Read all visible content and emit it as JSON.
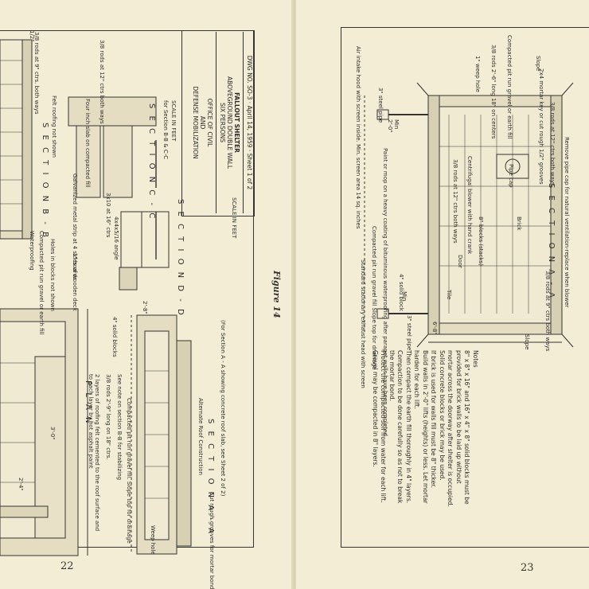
{
  "left_page": {
    "page_number": "22",
    "title_block": {
      "line1": "OFFICE OF CIVIL",
      "line2": "AND",
      "line3": "DEFENSE MOBILIZATION",
      "shelter_line1": "FALLOUT SHELTER",
      "shelter_line2": "ABOVEGROUND DOUBLE WALL",
      "shelter_line3": "SIX PERSONS",
      "dwg_no": "DWG NO. SO-3",
      "date": "April 14, 1959",
      "sheet": "Sheet 1 of 2"
    },
    "labels": {
      "section_cc": "S E C T I O N   C - C",
      "scale_in_feet_cc": "SCALE IN FEET",
      "scale_note_cc": "for Section B-B & C-C",
      "section_bb": "S E C T I O N   B - B",
      "section_dd": "S E C T I O N   D - D",
      "scale_in_feet_dd": "SCALE IN FEET",
      "plan": "P L A N",
      "section_aa": "S E C T I O N   A - A",
      "alt_roof": "Alternate Roof Construction",
      "alt_roof_note": "(For Section A - A showing concrete roof slab, see Sheet 2 of 2)",
      "felt_roofing": "Felt roofing not shown",
      "rods_9": "3/8 rods at 9\" ctrs. both ways",
      "rods_12": "3/8 rods at 12\" ctrs both ways",
      "four_inch_slab": "Four inch slab on compacted fill",
      "galvanized": "Galvanized metal strip at 4 sides of wooden deck",
      "boards": "1\" boards",
      "joists": "3x10 at 16\" ctrs",
      "angle": "4x4x5/16 angle",
      "waterproofing": "Waterproofing",
      "compacted_gravel": "Compacted pit run gravel or earth fill",
      "holes_blocks": "Holes in blocks not shown",
      "solid_blocks": "4\" solid blocks",
      "two_layers": "2 layers of roofing felt cemented to the roof surface and to each layer by hot asphalt paint",
      "rods_24": "3/8 rods 2'-9\" long on 18\" ctrs.",
      "see_note": "See note on section B-B for stabilizing",
      "compacted_fill_drainage": "Compacted pit run gravel fill. Slope top for drainage",
      "cut_rough": "Cut rough grooves for mortar bond",
      "weep_hole": "Weep hole",
      "dim_2_8": "2'-8\"",
      "dim_3_0": "3'-0\"",
      "dim_2_4": "2'-4\"",
      "dim_4": "1/2\""
    }
  },
  "right_page": {
    "page_number": "23",
    "figure_label": "Figure 14",
    "labels": {
      "air_intake": "Air intake hood with screen inside. Min. screen area 14 sq. inches",
      "steel_pipe": "3\" steel pipe",
      "weep_hole": "1\" weep hole",
      "rods_2_6": "3/8 rods 2'-6\" long 18\" on centers",
      "compacted_gravel": "Compacted pit run gravel or earth fill",
      "slope": "Slope",
      "mortar_key": "2x4 mortar key or cut rough 1/2\" grooves",
      "remove_pipe_cap": "Remove pipe cap for natural ventilation-replace when blower",
      "rods_12_both": "3/8 rods at 12\" ctrs both ways",
      "section_aa": "S E C T I O N   A - A",
      "paint_mop": "Paint or mop on a heavy coating of bituminous waterproofing after parapet walls have been completed",
      "rods_12": "3/8 rods at 12\" ctrs both ways",
      "centrifugal": "Centrifugal blower with hand crank",
      "pipe_cap": "Pipe cap",
      "blocks_stacks": "8\" blocks (stacks)",
      "brick": "Brick",
      "standard_exhaust": "Standard stationary exhaust head with screen",
      "compacted_fill_slope": "Compacted pit run gravel fill Slope top for drainage",
      "solid_block": "4\" solid block",
      "door": "Door",
      "tile": "Tile",
      "rods_9": "3/8 rods at 9\" ctrs both ways",
      "steel_pipe2": "3\" steel pipe",
      "min": "Min",
      "dim_2_0": "2'-0\"",
      "dim_6_8": "6'-8\"",
      "notes": [
        "Notes",
        "8\" x 8\" x 16\" and 16\" x 4\" x 8\" solid blocks must be",
        "provided for brick walls to be laid up without",
        "mortar across the doorway after shelter is occupied.",
        "Solid concrete blocks or brick may be used.",
        "If brick is used for walls fill must be 8\" thicker.",
        "Build walls in 2'-0\" lifts (heights) or less. Let mortar",
        "harden for each lift.",
        "Then compact the earth fill thoroughly in 4\" layers.",
        "Compaction to be done carefully so as not to break",
        "the mortar bond.",
        "Protect the compacted soil from water for each lift.",
        "Gravel may be compacted in 8\" layers."
      ]
    }
  }
}
